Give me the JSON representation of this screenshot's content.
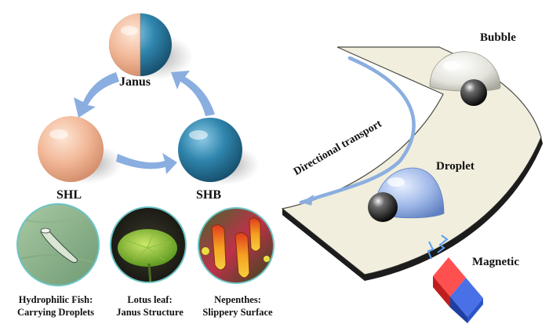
{
  "labels": {
    "janus": "Janus",
    "shl": "SHL",
    "shb": "SHB",
    "bubble": "Bubble",
    "droplet": "Droplet",
    "magnetic": "Magnetic",
    "directional": "Directional transport"
  },
  "captions": [
    {
      "line1": "Hydrophilic Fish:",
      "line2": "Carrying Droplets"
    },
    {
      "line1": "Lotus leaf:",
      "line2": "Janus Structure"
    },
    {
      "line1": "Nepenthes:",
      "line2": "Slippery Surface"
    }
  ],
  "colors": {
    "shl_sphere": "#f2b898",
    "shb_sphere": "#2d7fa6",
    "arrow": "#8aaee0",
    "surface": "#f1eedd",
    "magnet_red": "#e03030",
    "magnet_blue": "#2c54c8"
  },
  "icons": {
    "fish_photo": "hydrophilic-fish-photo",
    "lotus_photo": "lotus-leaf-photo",
    "nepenthes_photo": "nepenthes-photo"
  }
}
